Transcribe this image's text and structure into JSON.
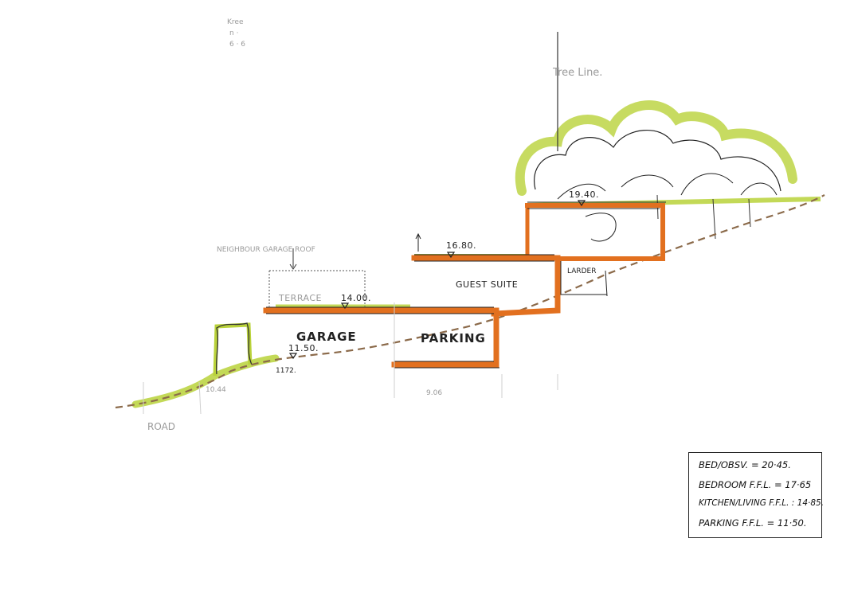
{
  "corner_note": [
    "Kree",
    "n ·",
    "6 · 6"
  ],
  "tree_line_label": "Tree Line.",
  "heights": {
    "roof_top": "19.40.",
    "mid_level": "16.80.",
    "terrace": "14.00.",
    "garage_floor": "11.50.",
    "ground_1172": "1172.",
    "ground_1044": "10.44",
    "ground_9_06": "9.06"
  },
  "rooms": {
    "garage": "GARAGE",
    "parking": "PARKING",
    "guest_suite": "GUEST SUITE",
    "larder": "LARDER",
    "terrace": "TERRACE"
  },
  "neighbour_note": "NEIGHBOUR GARAGE ROOF",
  "road_label": "ROAD",
  "legend": [
    {
      "label": "BED/OBSV.",
      "value": "= 20·45."
    },
    {
      "label": "BEDROOM F.F.L.",
      "value": "= 17·65"
    },
    {
      "label": "KITCHEN/LIVING F.F.L.",
      "value": ": 14·85."
    },
    {
      "label": "PARKING F.F.L.",
      "value": "= 11·50."
    }
  ],
  "colors": {
    "structure": "#e2701f",
    "vegetation": "#b9d23a",
    "ink": "#222222"
  }
}
